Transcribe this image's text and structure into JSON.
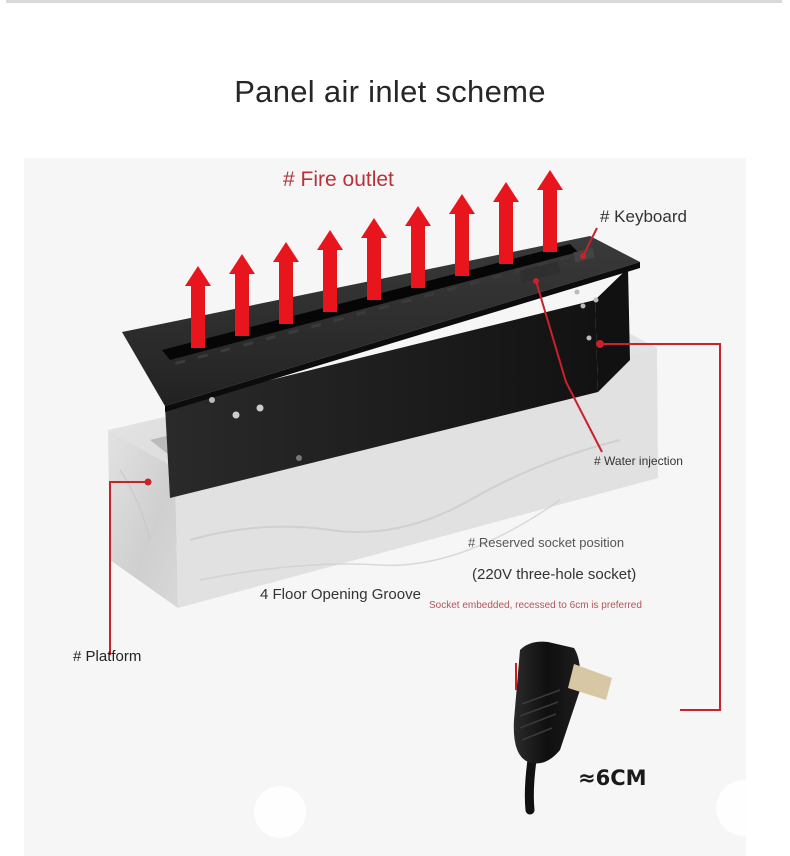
{
  "title": "Panel air inlet scheme",
  "labels": {
    "fire_outlet": "# Fire outlet",
    "keyboard": "# Keyboard",
    "water_injection": "# Water injection",
    "reserved_socket": "# Reserved socket position",
    "socket_type": "(220V three-hole socket)",
    "socket_note": "Socket embedded, recessed to 6cm is preferred",
    "floor_groove": "4 Floor Opening Groove",
    "platform": "# Platform",
    "depth": "≈6CM"
  },
  "colors": {
    "accent_red": "#e8151c",
    "label_red": "#b8323a",
    "leader_line": "#c8222a",
    "burner_body": "#1d1d1d",
    "marble": "#dcdcdc"
  },
  "fire_arrow_count": 9
}
